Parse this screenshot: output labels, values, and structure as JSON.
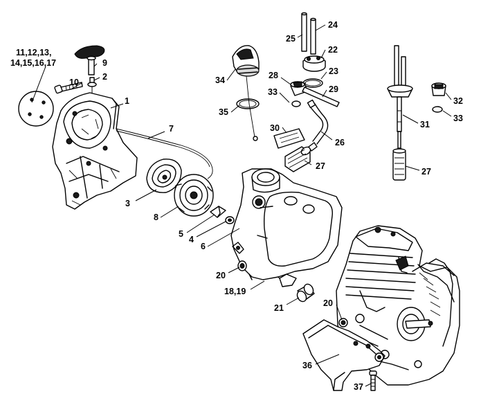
{
  "callouts": {
    "c1": "1",
    "c2": "2",
    "c3": "3",
    "c4": "4",
    "c5": "5",
    "c6": "6",
    "c7": "7",
    "c8": "8",
    "c9": "9",
    "c10": "10",
    "c11a": "11,12,13,",
    "c11b": "14,15,16,17",
    "c18": "18,19",
    "c20a": "20",
    "c20b": "20",
    "c21": "21",
    "c22": "22",
    "c23": "23",
    "c24": "24",
    "c25": "25",
    "c26": "26",
    "c27a": "27",
    "c27b": "27",
    "c28": "28",
    "c29": "29",
    "c30": "30",
    "c31": "31",
    "c32": "32",
    "c33a": "33",
    "c33b": "33",
    "c34": "34",
    "c35": "35",
    "c36": "36",
    "c37": "37"
  },
  "icons": {
    "drawing": "exploded-parts-drawing"
  }
}
